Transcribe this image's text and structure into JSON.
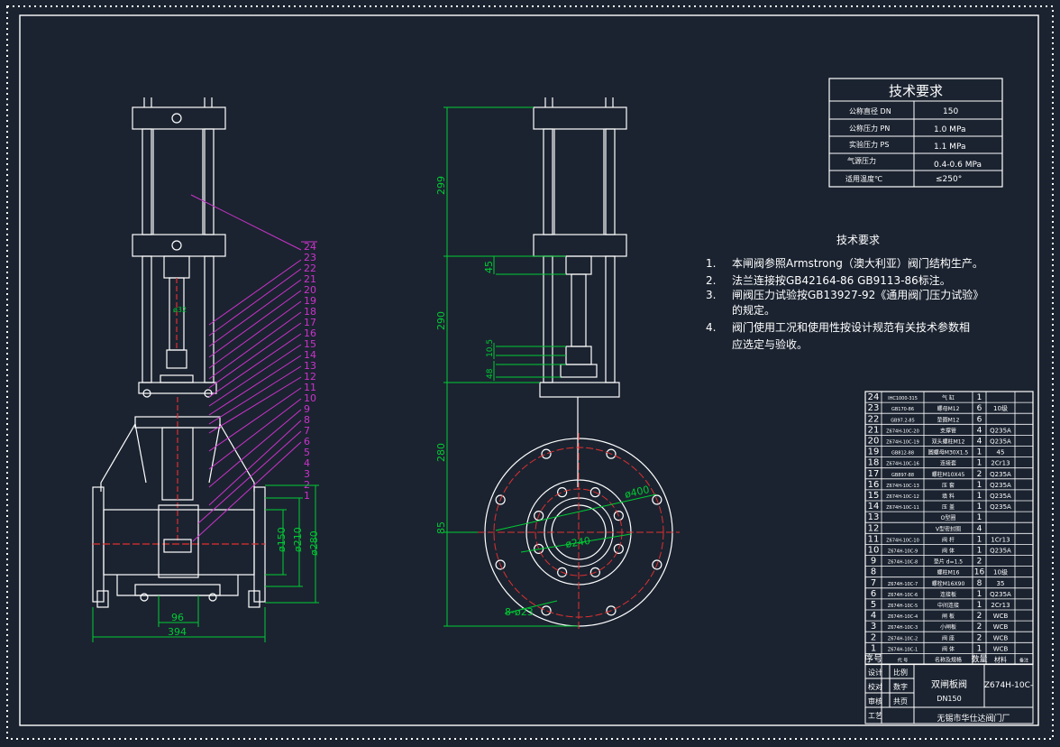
{
  "drawing": {
    "tech_table": {
      "title": "技术要求",
      "rows": [
        {
          "label": "公称直径 DN",
          "value": "150"
        },
        {
          "label": "公称压力 PN",
          "value": "1.0  MPa"
        },
        {
          "label": "实验压力 PS",
          "value": "1.1  MPa"
        },
        {
          "label": "气源压力",
          "value": "0.4-0.6  MPa"
        },
        {
          "label": "适用温度℃",
          "value": "≤250°"
        }
      ]
    },
    "notes": {
      "title": "技术要求",
      "items": [
        {
          "num": "1.",
          "lines": [
            "本闸阀参照Armstrong（澳大利亚）阀门结构生产。"
          ]
        },
        {
          "num": "2.",
          "lines": [
            "法兰连接按GB42164-86  GB9113-86标注。"
          ]
        },
        {
          "num": "3.",
          "lines": [
            "闸阀压力试验按GB13927-92《通用阀门压力试验》",
            "的规定。"
          ]
        },
        {
          "num": "4.",
          "lines": [
            "阀门使用工况和使用性按设计规范有关技术参数相",
            "应选定与验收。"
          ]
        }
      ]
    },
    "dims_left": {
      "d32": "ø32",
      "d150": "ø150",
      "d210": "ø210",
      "d280": "ø280",
      "w96": "96",
      "w394": "394"
    },
    "dims_right": {
      "h299": "299",
      "h290": "290",
      "h45": "45",
      "h10_5": "10.5",
      "h48": "48",
      "h280": "280",
      "h85": "85",
      "d400": "ø400",
      "d240": "ø240",
      "holes": "8-ø23"
    },
    "balloons": [
      "24",
      "23",
      "22",
      "21",
      "20",
      "19",
      "18",
      "17",
      "16",
      "15",
      "14",
      "13",
      "12",
      "11",
      "10",
      "9",
      "8",
      "7",
      "6",
      "5",
      "4",
      "3",
      "2",
      "1"
    ],
    "bom": {
      "rows": [
        {
          "no": "24",
          "code": "IHC1000-315",
          "name": "气  缸",
          "qty": "1",
          "mat": "",
          "note": ""
        },
        {
          "no": "23",
          "code": "GB170-86",
          "name": "螺母M12",
          "qty": "6",
          "mat": "10级",
          "note": ""
        },
        {
          "no": "22",
          "code": "GB97.2-85",
          "name": "垫圈M12",
          "qty": "6",
          "mat": "",
          "note": ""
        },
        {
          "no": "21",
          "code": "Z674H-10C-20",
          "name": "支撑管",
          "qty": "4",
          "mat": "Q235A",
          "note": ""
        },
        {
          "no": "20",
          "code": "Z674H-10C-19",
          "name": "双头螺柱M12",
          "qty": "4",
          "mat": "Q235A",
          "note": ""
        },
        {
          "no": "19",
          "code": "GB812-88",
          "name": "圆螺母M30X1.5",
          "qty": "1",
          "mat": "45",
          "note": ""
        },
        {
          "no": "18",
          "code": "Z674H-10C-16",
          "name": "连接套",
          "qty": "1",
          "mat": "2Cr13",
          "note": ""
        },
        {
          "no": "17",
          "code": "GB897-88",
          "name": "螺柱M10X45",
          "qty": "2",
          "mat": "Q235A",
          "note": ""
        },
        {
          "no": "16",
          "code": "Z674H-10C-13",
          "name": "压  套",
          "qty": "1",
          "mat": "Q235A",
          "note": ""
        },
        {
          "no": "15",
          "code": "Z674H-10C-12",
          "name": "填  料",
          "qty": "1",
          "mat": "Q235A",
          "note": ""
        },
        {
          "no": "14",
          "code": "Z674H-10C-11",
          "name": "压  盖",
          "qty": "1",
          "mat": "Q235A",
          "note": ""
        },
        {
          "no": "13",
          "code": "",
          "name": "O型圈",
          "qty": "1",
          "mat": "",
          "note": ""
        },
        {
          "no": "12",
          "code": "",
          "name": "V型密封圈",
          "qty": "4",
          "mat": "",
          "note": ""
        },
        {
          "no": "11",
          "code": "Z674H-10C-10",
          "name": "阀  杆",
          "qty": "1",
          "mat": "1Cr13",
          "note": ""
        },
        {
          "no": "10",
          "code": "Z674H-10C-9",
          "name": "阀  体",
          "qty": "1",
          "mat": "Q235A",
          "note": ""
        },
        {
          "no": "9",
          "code": "Z674H-10C-8",
          "name": "垫片 d=1.5",
          "qty": "2",
          "mat": "",
          "note": ""
        },
        {
          "no": "8",
          "code": "",
          "name": "螺柱M16",
          "qty": "16",
          "mat": "10级",
          "note": ""
        },
        {
          "no": "7",
          "code": "Z674H-10C-7",
          "name": "螺栓M16X90",
          "qty": "8",
          "mat": "35",
          "note": ""
        },
        {
          "no": "6",
          "code": "Z674H-10C-6",
          "name": "连接板",
          "qty": "1",
          "mat": "Q235A",
          "note": ""
        },
        {
          "no": "5",
          "code": "Z674H-10C-5",
          "name": "中间连接",
          "qty": "1",
          "mat": "2Cr13",
          "note": ""
        },
        {
          "no": "4",
          "code": "Z674H-10C-4",
          "name": "闸  板",
          "qty": "2",
          "mat": "WCB",
          "note": ""
        },
        {
          "no": "3",
          "code": "Z674H-10C-3",
          "name": "小闸板",
          "qty": "2",
          "mat": "WCB",
          "note": ""
        },
        {
          "no": "2",
          "code": "Z674H-10C-2",
          "name": "阀  座",
          "qty": "2",
          "mat": "WCB",
          "note": ""
        },
        {
          "no": "1",
          "code": "Z674H-10C-1",
          "name": "阀  体",
          "qty": "1",
          "mat": "WCB",
          "note": ""
        }
      ],
      "header": {
        "no": "序号",
        "code": "代  号",
        "name": "名称及规格",
        "qty": "数量",
        "mat": "材料",
        "note": "备注"
      }
    },
    "title_block": {
      "roles": [
        "设计",
        "校对",
        "审核",
        "工艺"
      ],
      "fields": [
        "比例",
        "数字",
        "共页"
      ],
      "product_name": "双闸板阀",
      "product_sub": "DN150",
      "drawing_no": "Z674H-10C-",
      "company": "无锡市华仕达阀门厂"
    },
    "colors": {
      "background": "#1b2330",
      "frame": "#ffffff",
      "geometry": "#ffffff",
      "dimension": "#00cc33",
      "leader": "#cc33cc",
      "centerline": "#e03030"
    }
  }
}
